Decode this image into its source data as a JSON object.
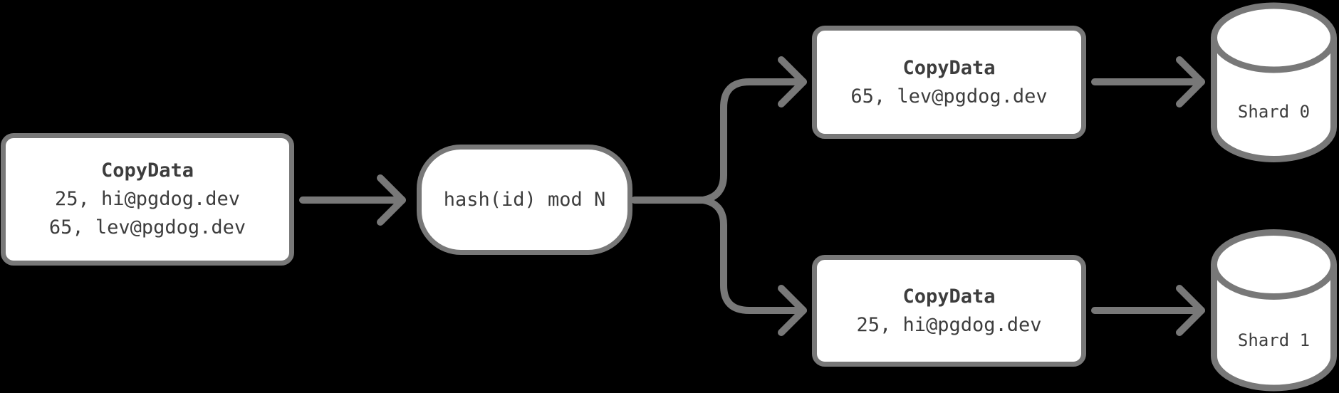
{
  "colors": {
    "background": "#000000",
    "node_border": "#787878",
    "node_fill": "#ffffff",
    "text": "#3d3d3d",
    "connector": "#787878"
  },
  "nodes": {
    "input": {
      "title": "CopyData",
      "rows": [
        "25, hi@pgdog.dev",
        "65, lev@pgdog.dev"
      ]
    },
    "router": {
      "label": "hash(id) mod N"
    },
    "branch_top": {
      "title": "CopyData",
      "rows": [
        "65, lev@pgdog.dev"
      ]
    },
    "branch_bottom": {
      "title": "CopyData",
      "rows": [
        "25, hi@pgdog.dev"
      ]
    },
    "shard_top": {
      "label": "Shard 0"
    },
    "shard_bottom": {
      "label": "Shard 1"
    }
  }
}
